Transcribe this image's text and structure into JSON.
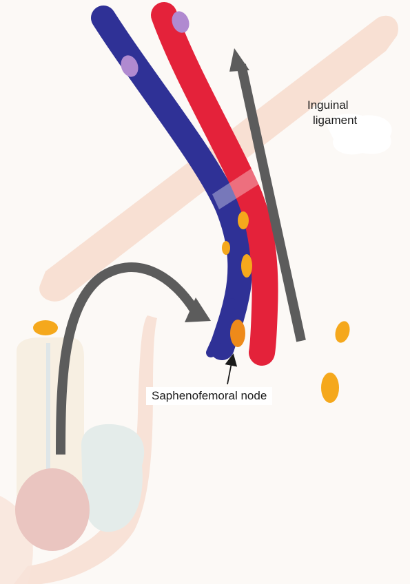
{
  "labels": {
    "inguinal_line1": "Inguinal",
    "inguinal_line2": "ligament",
    "saphenofemoral": "Saphenofemoral node"
  },
  "colors": {
    "artery": "#e4223a",
    "vein": "#2f3196",
    "lymph_node": "#f5a81c",
    "lymph_node_highlight": "#ee8a1a",
    "purple_node": "#b08ad0",
    "arrow": "#5c5c5c",
    "ligament": "#f6d9cb",
    "skin": "#f4d0c4",
    "penis_shaft": "#f6ede0",
    "glans": "#eac5c0",
    "scrotum": "#e4ecea"
  }
}
